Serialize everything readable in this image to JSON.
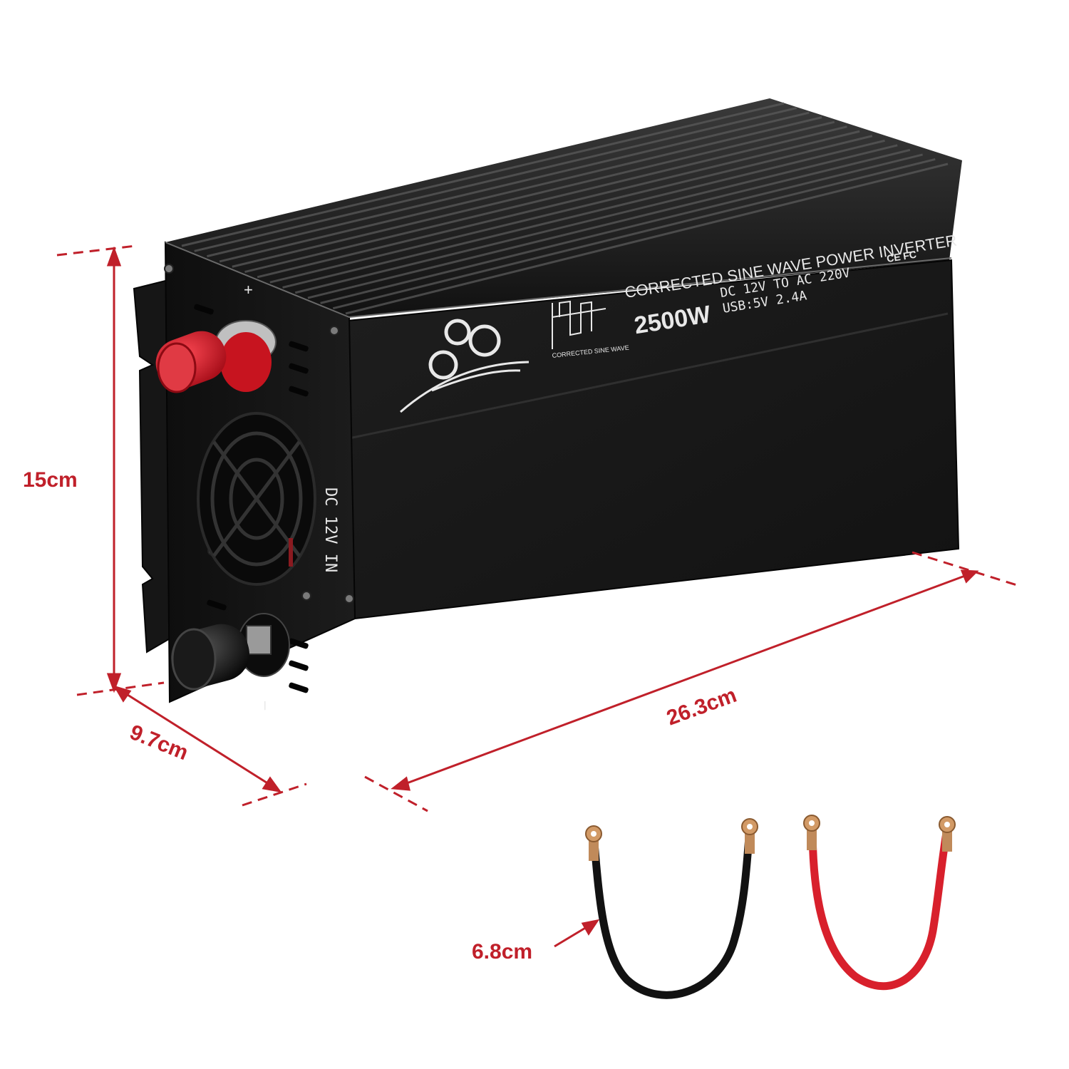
{
  "product": {
    "title_line": "CORRECTED SINE WAVE POWER INVERTER",
    "power_rating": "2500W",
    "spec_line_1": "DC 12V TO AC 220V",
    "spec_line_2": "USB:5V 2.4A",
    "certifications": "CE FC",
    "waveform_caption": "CORRECTED SINE WAVE",
    "side_label": "DC 12V IN",
    "positive_mark": "+",
    "negative_mark": "–"
  },
  "dimensions": {
    "height": "15cm",
    "depth": "9.7cm",
    "length": "26.3cm",
    "cable": "6.8cm"
  },
  "colors": {
    "accent_red": "#c0202a",
    "body_black": "#1b1b1b",
    "terminal_red": "#d8202c"
  }
}
